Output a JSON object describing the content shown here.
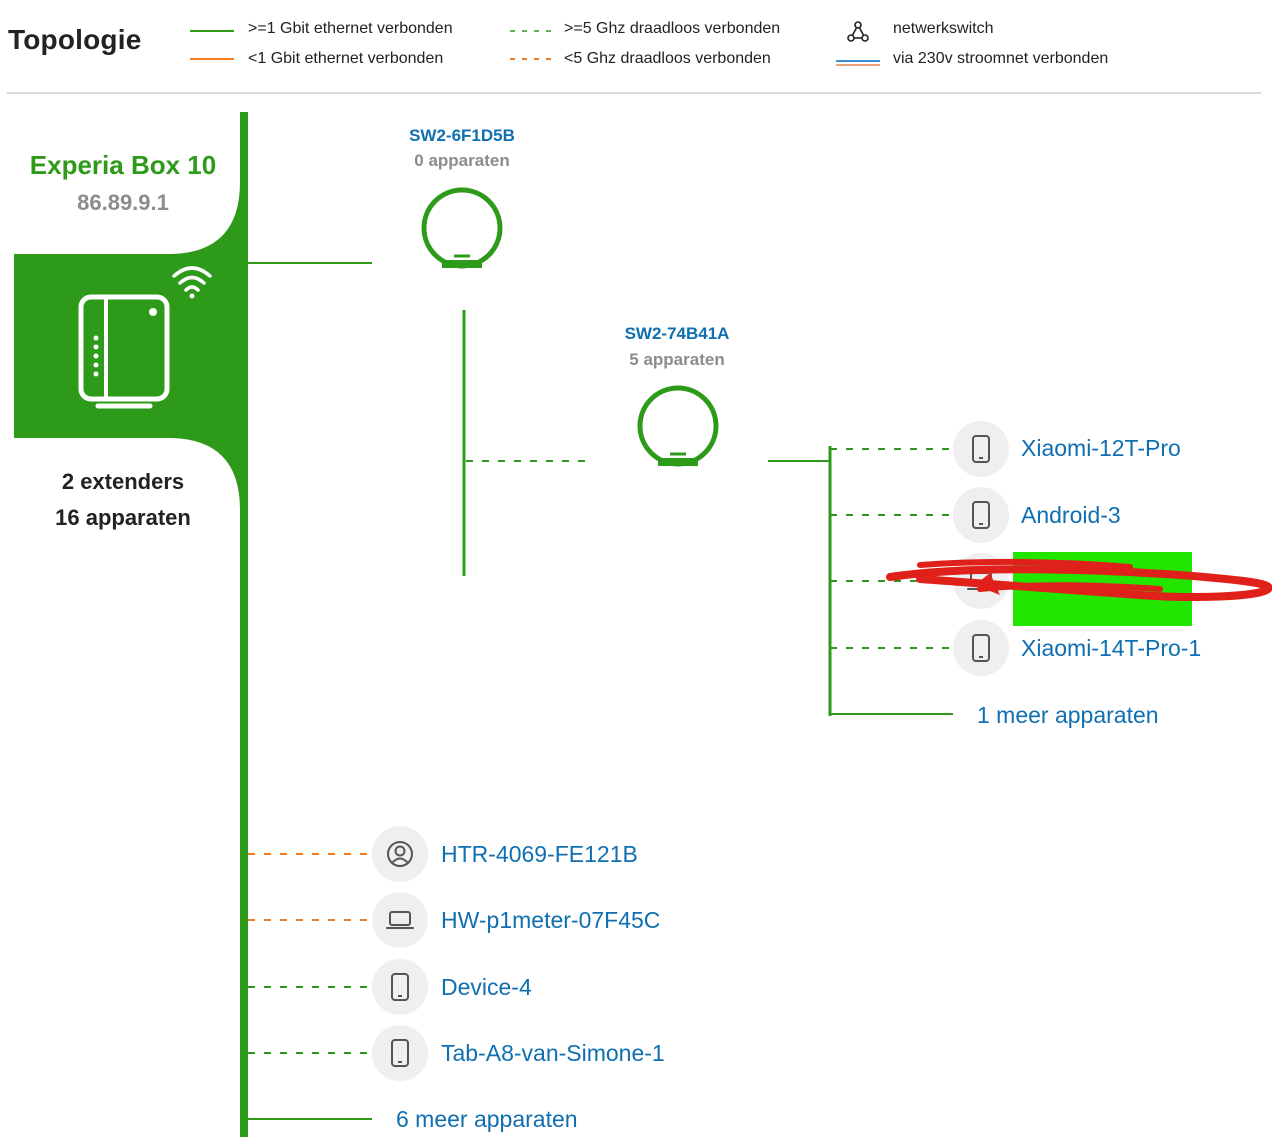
{
  "title": "Topologie",
  "legend": [
    {
      "label": ">=1 Gbit ethernet verbonden",
      "style": "solid",
      "color": "#2e9a1a"
    },
    {
      "label": "<1 Gbit ethernet verbonden",
      "style": "solid",
      "color": "#f07d1e"
    },
    {
      "label": ">=5 Ghz draadloos verbonden",
      "style": "dashed",
      "color": "#2e9a1a"
    },
    {
      "label": "<5 Ghz draadloos verbonden",
      "style": "dashed",
      "color": "#f07d1e"
    },
    {
      "label": "netwerkswitch",
      "icon": "network-switch-icon"
    },
    {
      "label": "via 230v stroomnet verbonden",
      "style": "double",
      "color": "#3a8fd6"
    }
  ],
  "router": {
    "name": "Experia Box 10",
    "ip": "86.89.9.1",
    "extenders": "2 extenders",
    "devices": "16 apparaten",
    "icon": "router-icon",
    "wifi_icon": "wifi-icon"
  },
  "extenders": [
    {
      "name": "SW2-6F1D5B",
      "count": "0 apparaten"
    },
    {
      "name": "SW2-74B41A",
      "count": "5 apparaten"
    }
  ],
  "extender_devices": [
    {
      "name": "Xiaomi-12T-Pro",
      "icon": "phone-icon"
    },
    {
      "name": "Android-3",
      "icon": "phone-icon"
    },
    {
      "name": "",
      "icon": "laptop-icon"
    },
    {
      "name": "Xiaomi-14T-Pro-1",
      "icon": "phone-icon"
    }
  ],
  "extender_more": "1 meer apparaten",
  "router_devices": [
    {
      "name": "HTR-4069-FE121B",
      "icon": "user-circle-icon"
    },
    {
      "name": "HW-p1meter-07F45C",
      "icon": "laptop-icon"
    },
    {
      "name": "Device-4",
      "icon": "phone-icon"
    },
    {
      "name": "Tab-A8-van-Simone-1",
      "icon": "phone-icon"
    }
  ],
  "router_more": "6 meer apparaten",
  "colors": {
    "green": "#2e9a1a",
    "orange": "#f07d1e",
    "blue_link": "#0f6fb0",
    "grey_text": "#8c8c8c"
  }
}
